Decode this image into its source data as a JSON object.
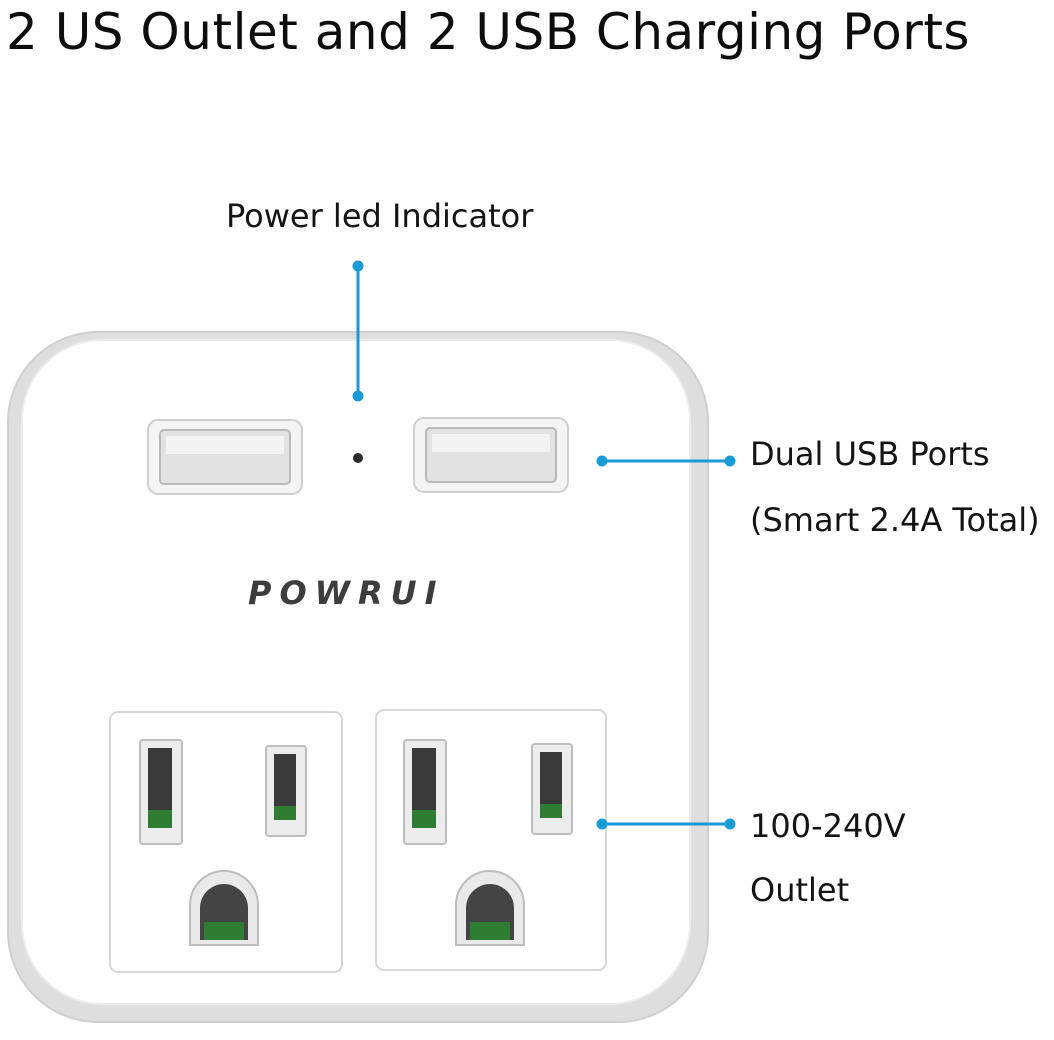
{
  "headline": "2 US  Outlet and 2 USB Charging Ports",
  "brand": "POWRUI",
  "callouts": {
    "led": "Power led Indicator",
    "usb_line1": "Dual USB Ports",
    "usb_line2": "(Smart 2.4A Total)",
    "outlet_line1": "100-240V",
    "outlet_line2": "Outlet"
  },
  "colors": {
    "callout_line": "#1a9ad6",
    "device_body": "#ffffff",
    "device_edge": "#d9d9d9",
    "contact_green": "#2e7d32"
  }
}
